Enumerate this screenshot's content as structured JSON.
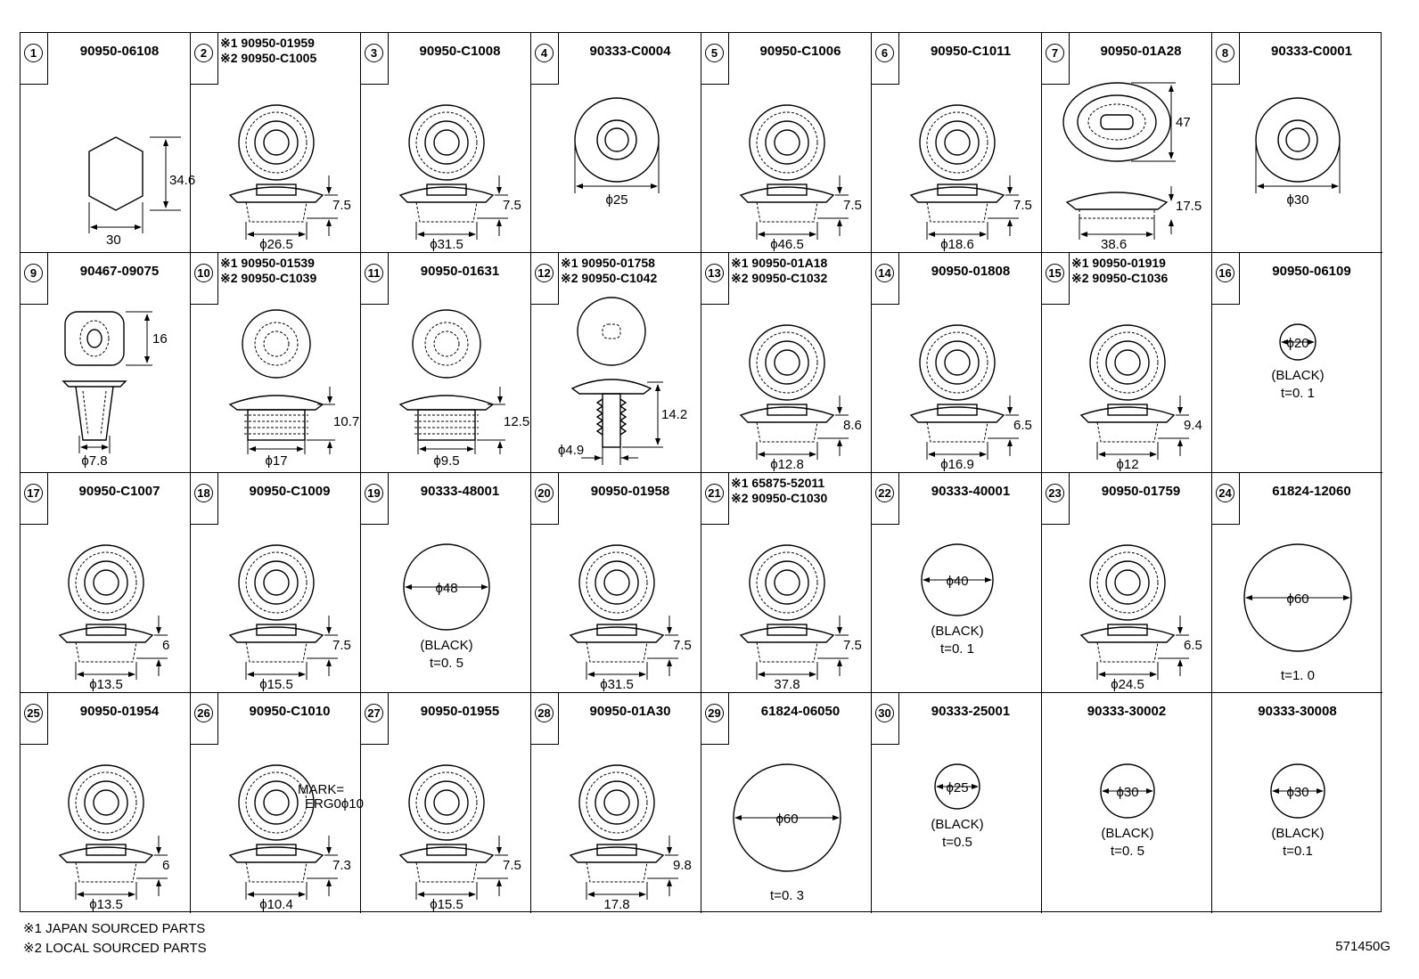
{
  "cells": [
    {
      "num": "1",
      "parts": [
        "90950-06108"
      ],
      "type": "hex",
      "dims": [
        "34.6",
        "30"
      ]
    },
    {
      "num": "2",
      "parts": [
        "※1 90950-01959",
        "※2 90950-C1005"
      ],
      "type": "grommet",
      "dims": [
        "7.5",
        "ϕ26.5"
      ]
    },
    {
      "num": "3",
      "parts": [
        "90950-C1008"
      ],
      "type": "grommet",
      "dims": [
        "7.5",
        "ϕ31.5"
      ]
    },
    {
      "num": "4",
      "parts": [
        "90333-C0004"
      ],
      "type": "ringplug",
      "dims": [
        "ϕ25"
      ]
    },
    {
      "num": "5",
      "parts": [
        "90950-C1006"
      ],
      "type": "grommet",
      "dims": [
        "7.5",
        "ϕ46.5"
      ]
    },
    {
      "num": "6",
      "parts": [
        "90950-C1011"
      ],
      "type": "grommet",
      "dims": [
        "7.5",
        "ϕ18.6"
      ]
    },
    {
      "num": "7",
      "parts": [
        "90950-01A28"
      ],
      "type": "oval",
      "dims": [
        "47",
        "17.5",
        "38.6"
      ]
    },
    {
      "num": "8",
      "parts": [
        "90333-C0001"
      ],
      "type": "ringplug",
      "dims": [
        "ϕ30"
      ]
    },
    {
      "num": "9",
      "parts": [
        "90467-09075"
      ],
      "type": "clip",
      "dims": [
        "16",
        "ϕ7.8"
      ]
    },
    {
      "num": "10",
      "parts": [
        "※1 90950-01539",
        "※2 90950-C1039"
      ],
      "type": "plug",
      "dims": [
        "10.7",
        "ϕ17"
      ]
    },
    {
      "num": "11",
      "parts": [
        "90950-01631"
      ],
      "type": "plug",
      "dims": [
        "12.5",
        "ϕ9.5"
      ]
    },
    {
      "num": "12",
      "parts": [
        "※1 90950-01758",
        "※2 90950-C1042"
      ],
      "type": "pin",
      "dims": [
        "14.2",
        "ϕ4.9"
      ]
    },
    {
      "num": "13",
      "parts": [
        "※1 90950-01A18",
        "※2 90950-C1032"
      ],
      "type": "grommet",
      "dims": [
        "8.6",
        "ϕ12.8"
      ]
    },
    {
      "num": "14",
      "parts": [
        "90950-01808"
      ],
      "type": "grommet",
      "dims": [
        "6.5",
        "ϕ16.9"
      ]
    },
    {
      "num": "15",
      "parts": [
        "※1 90950-01919",
        "※2 90950-C1036"
      ],
      "type": "grommet",
      "dims": [
        "9.4",
        "ϕ12"
      ]
    },
    {
      "num": "16",
      "parts": [
        "90950-06109"
      ],
      "type": "disc",
      "dims": [
        "ϕ20",
        "(BLACK)",
        "t=0. 1"
      ]
    },
    {
      "num": "17",
      "parts": [
        "90950-C1007"
      ],
      "type": "grommet",
      "dims": [
        "6",
        "ϕ13.5"
      ]
    },
    {
      "num": "18",
      "parts": [
        "90950-C1009"
      ],
      "type": "grommet",
      "dims": [
        "7.5",
        "ϕ15.5"
      ]
    },
    {
      "num": "19",
      "parts": [
        "90333-48001"
      ],
      "type": "disc",
      "dims": [
        "ϕ48",
        "(BLACK)",
        "t=0. 5"
      ]
    },
    {
      "num": "20",
      "parts": [
        "90950-01958"
      ],
      "type": "grommet",
      "dims": [
        "7.5",
        "ϕ31.5"
      ]
    },
    {
      "num": "21",
      "parts": [
        "※1 65875-52011",
        "※2 90950-C1030"
      ],
      "type": "grommet",
      "dims": [
        "7.5",
        "37.8"
      ]
    },
    {
      "num": "22",
      "parts": [
        "90333-40001"
      ],
      "type": "disc",
      "dims": [
        "ϕ40",
        "(BLACK)",
        "t=0. 1"
      ]
    },
    {
      "num": "23",
      "parts": [
        "90950-01759"
      ],
      "type": "grommet",
      "dims": [
        "6.5",
        "ϕ24.5"
      ]
    },
    {
      "num": "24",
      "parts": [
        "61824-12060"
      ],
      "type": "disc",
      "dims": [
        "ϕ60",
        "",
        "t=1. 0"
      ]
    },
    {
      "num": "25",
      "parts": [
        "90950-01954"
      ],
      "type": "grommet",
      "dims": [
        "6",
        "ϕ13.5"
      ]
    },
    {
      "num": "26",
      "parts": [
        "90950-C1010"
      ],
      "type": "grommet",
      "dims": [
        "7.3",
        "ϕ10.4"
      ],
      "mark": [
        "MARK=",
        "ERG0ϕ10"
      ]
    },
    {
      "num": "27",
      "parts": [
        "90950-01955"
      ],
      "type": "grommet",
      "dims": [
        "7.5",
        "ϕ15.5"
      ]
    },
    {
      "num": "28",
      "parts": [
        "90950-01A30"
      ],
      "type": "grommet",
      "dims": [
        "9.8",
        "17.8"
      ]
    },
    {
      "num": "29",
      "parts": [
        "61824-06050"
      ],
      "type": "disc",
      "dims": [
        "ϕ60",
        "",
        "t=0. 3"
      ]
    },
    {
      "num": "30",
      "parts": [
        "90333-25001"
      ],
      "type": "disc",
      "dims": [
        "ϕ25",
        "(BLACK)",
        "t=0.5"
      ]
    },
    {
      "num": "",
      "parts": [
        "90333-30002"
      ],
      "type": "disc",
      "dims": [
        "ϕ30",
        "(BLACK)",
        "t=0. 5"
      ]
    },
    {
      "num": "",
      "parts": [
        "90333-30008"
      ],
      "type": "disc",
      "dims": [
        "ϕ30",
        "(BLACK)",
        "t=0.1"
      ]
    }
  ],
  "notes": [
    "※1 JAPAN SOURCED PARTS",
    "※2 LOCAL SOURCED PARTS"
  ],
  "ref": "571450G"
}
